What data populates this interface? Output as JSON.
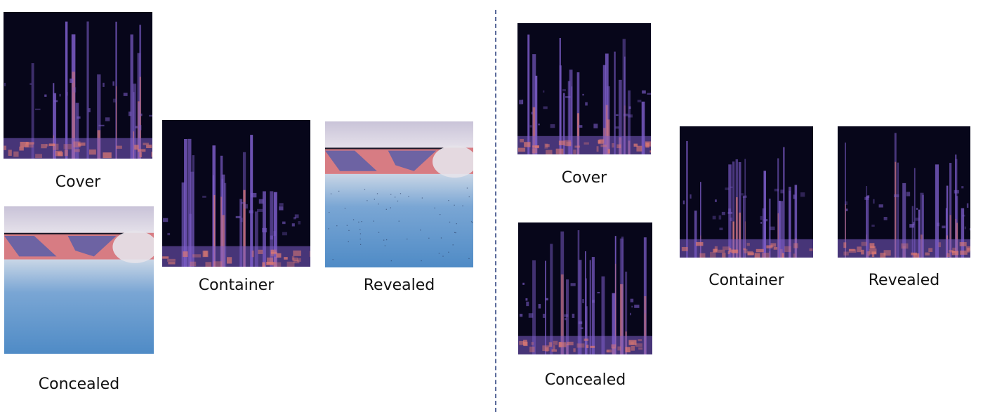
{
  "colors": {
    "spectrogram_background": "#07061a",
    "spectrogram_streak": "#7b5cc7",
    "spectrogram_highlight": "#e07a72",
    "image_sky_top": "#c9c3d8",
    "image_band_pink": "#d77c83",
    "image_band_purple": "#5b5fa9",
    "image_water": "#4f8bc6",
    "divider": "#5a6a9a"
  },
  "left_group": {
    "cover": {
      "caption": "Cover",
      "image_type": "spectrogram",
      "seed": 3
    },
    "concealed": {
      "caption": "Concealed",
      "image_type": "photo-sky-water"
    },
    "container": {
      "caption": "Container",
      "image_type": "spectrogram",
      "seed": 5
    },
    "revealed": {
      "caption": "Revealed",
      "image_type": "photo-sky-water-noisy"
    }
  },
  "right_group": {
    "cover": {
      "caption": "Cover",
      "image_type": "spectrogram",
      "seed": 11
    },
    "concealed": {
      "caption": "Concealed",
      "image_type": "spectrogram",
      "seed": 17
    },
    "container": {
      "caption": "Container",
      "image_type": "spectrogram",
      "seed": 23
    },
    "revealed": {
      "caption": "Revealed",
      "image_type": "spectrogram",
      "seed": 29
    }
  }
}
